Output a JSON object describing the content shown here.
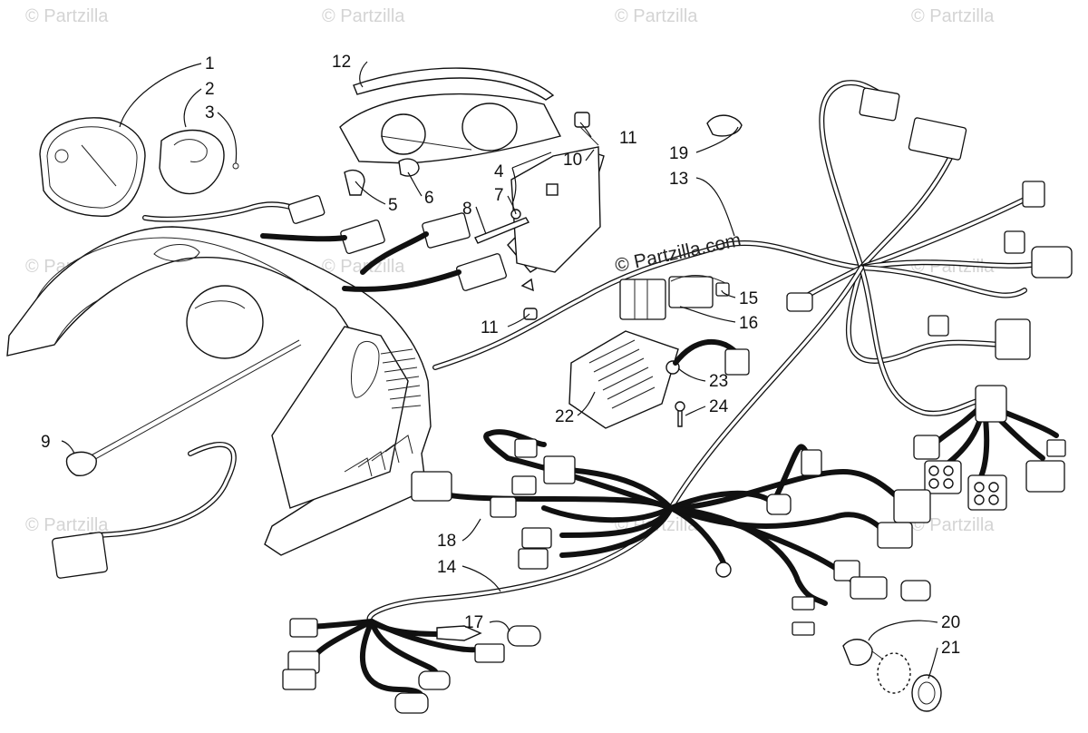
{
  "watermark": {
    "text": "© Partzilla",
    "main_text": "© Partzilla.com"
  },
  "callouts": [
    {
      "id": "c1",
      "label": "1"
    },
    {
      "id": "c2",
      "label": "2"
    },
    {
      "id": "c3",
      "label": "3"
    },
    {
      "id": "c4",
      "label": "4"
    },
    {
      "id": "c5",
      "label": "5"
    },
    {
      "id": "c6",
      "label": "6"
    },
    {
      "id": "c7",
      "label": "7"
    },
    {
      "id": "c8",
      "label": "8"
    },
    {
      "id": "c9",
      "label": "9"
    },
    {
      "id": "c10",
      "label": "10"
    },
    {
      "id": "c11a",
      "label": "11"
    },
    {
      "id": "c11b",
      "label": "11"
    },
    {
      "id": "c12",
      "label": "12"
    },
    {
      "id": "c13",
      "label": "13"
    },
    {
      "id": "c14",
      "label": "14"
    },
    {
      "id": "c15",
      "label": "15"
    },
    {
      "id": "c16",
      "label": "16"
    },
    {
      "id": "c17",
      "label": "17"
    },
    {
      "id": "c18",
      "label": "18"
    },
    {
      "id": "c19",
      "label": "19"
    },
    {
      "id": "c20",
      "label": "20"
    },
    {
      "id": "c21",
      "label": "21"
    },
    {
      "id": "c22",
      "label": "22"
    },
    {
      "id": "c23",
      "label": "23"
    },
    {
      "id": "c24",
      "label": "24"
    }
  ]
}
